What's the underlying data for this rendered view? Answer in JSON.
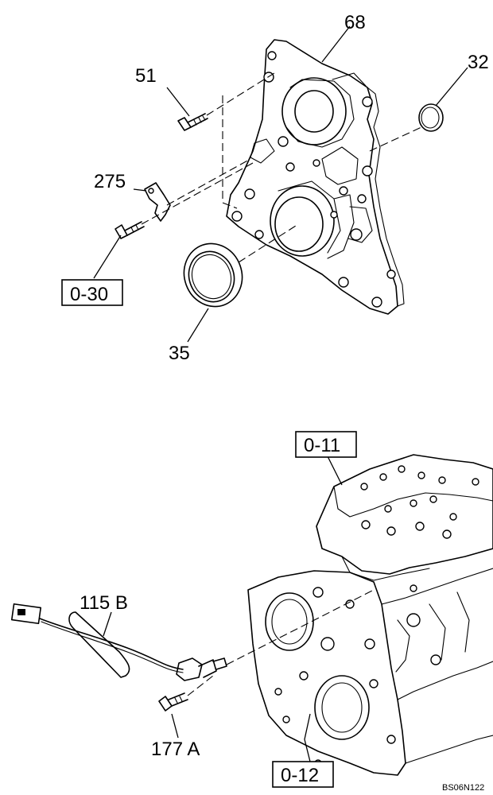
{
  "callouts": {
    "c68": "68",
    "c51": "51",
    "c32": "32",
    "c275": "275",
    "c35": "35",
    "c115b": "115 B",
    "c177a": "177 A"
  },
  "refs": {
    "r030": "0-30",
    "r011": "0-11",
    "r012": "0-12"
  },
  "drawing_code": "BS06N122"
}
